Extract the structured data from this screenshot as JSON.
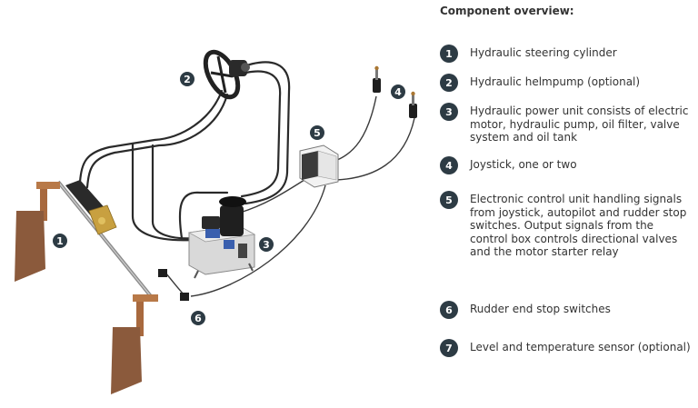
{
  "panel": {
    "title": "Component overview:",
    "items": [
      {
        "num": "1",
        "text": "Hydraulic steering cylinder"
      },
      {
        "num": "2",
        "text": "Hydraulic helmpump (optional)"
      },
      {
        "num": "3",
        "text": "Hydraulic power unit consists of electric motor, hydraulic pump, oil filter, valve system and oil tank"
      },
      {
        "num": "4",
        "text": "Joystick, one or two"
      },
      {
        "num": "5",
        "text": "Electronic control unit handling signals from joystick, autopilot and rudder stop switches. Output signals from the control box controls directional valves and the motor starter relay"
      },
      {
        "num": "6",
        "text": "Rudder end stop switches"
      },
      {
        "num": "7",
        "text": "Level and temperature sensor (optional)"
      }
    ]
  },
  "diagram": {
    "callouts": [
      "1",
      "2",
      "3",
      "4",
      "5",
      "6"
    ]
  },
  "colors": {
    "badge": "#2d3b44",
    "rudder": "#8b5a3c",
    "brass": "#c8a040",
    "cylinder": "#2a2a2a",
    "hose": "#2a2a2a"
  }
}
